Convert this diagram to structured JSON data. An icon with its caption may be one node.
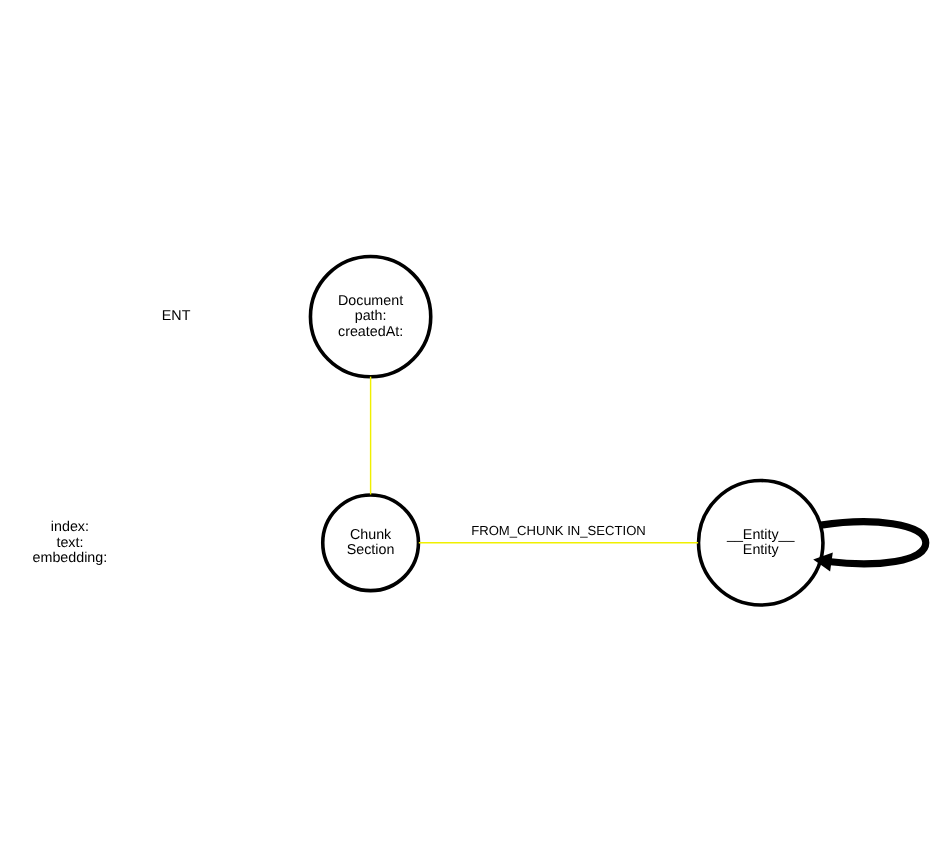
{
  "diagram": {
    "nodes": [
      {
        "text": [
          "Document",
          "path:",
          "createdAt:"
        ]
      },
      {
        "text": [
          "Chunk",
          "Section"
        ],
        "beside": [
          "index:",
          "text:",
          "embedding:"
        ]
      },
      {
        "text": [
          "__Entity__",
          "Entity"
        ]
      }
    ],
    "edges": [
      {
        "from": 0,
        "to": 1,
        "arrow": "none"
      },
      {
        "from": 1,
        "to": 2,
        "arrow": "none",
        "label": "FROM_CHUNK IN_SECTION"
      },
      {
        "from": 2,
        "to": 2,
        "arrow": "to",
        "style": "thick",
        "color": "#000000"
      }
    ],
    "labels": [
      "ENT"
    ]
  }
}
